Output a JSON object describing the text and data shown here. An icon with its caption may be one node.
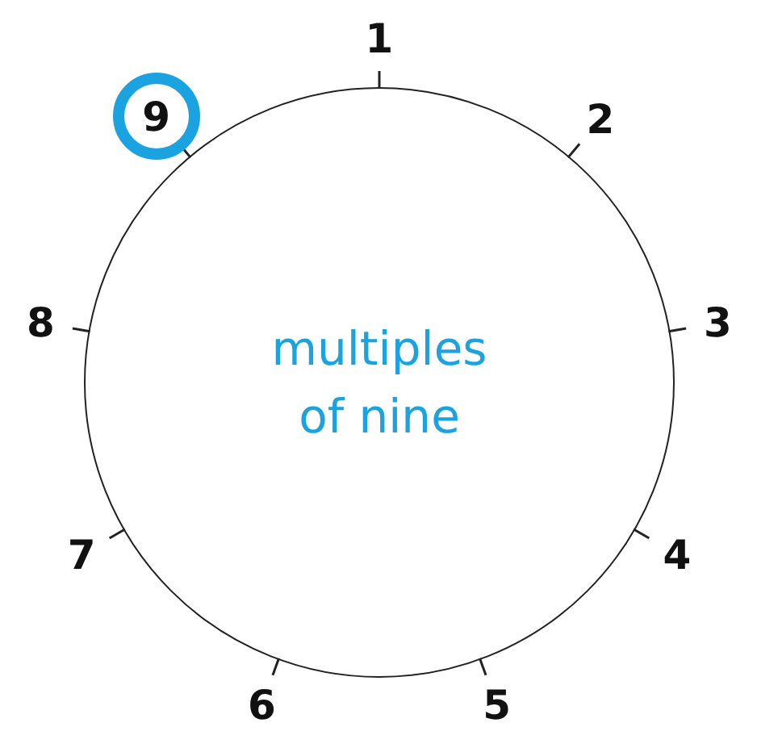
{
  "diagram": {
    "nodes": [
      {
        "text": [
          "multiples of nine"
        ]
      },
      {
        "text": [
          "9"
        ]
      }
    ],
    "edges": [],
    "labels": [
      "1",
      "2",
      "3",
      "4",
      "5",
      "6",
      "7",
      "8"
    ]
  }
}
